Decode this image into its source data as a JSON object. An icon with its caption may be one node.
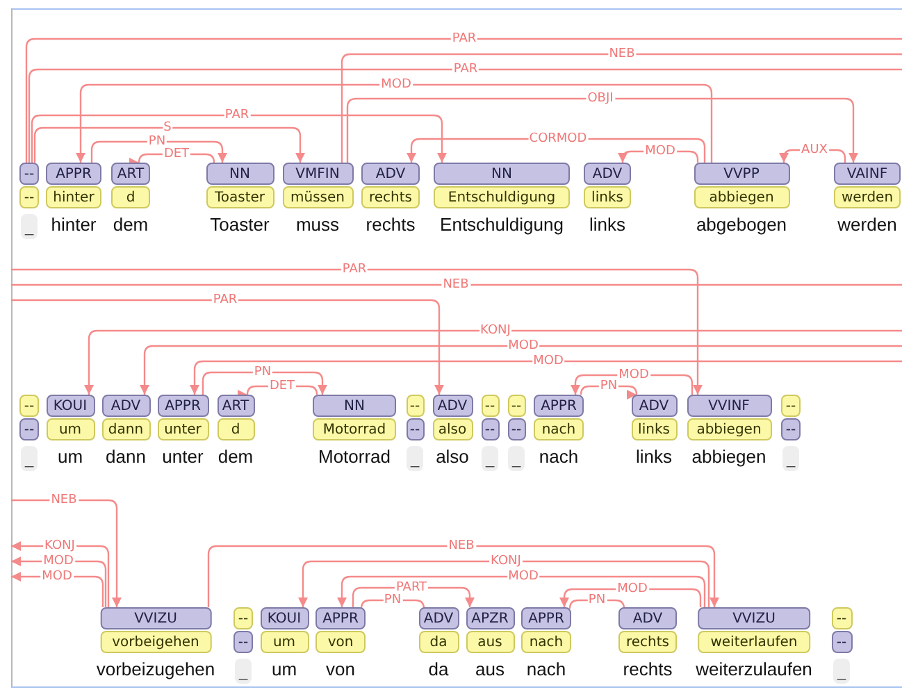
{
  "diagram": {
    "nodes": [
      {
        "text": [
          "--",
          "--",
          "_"
        ]
      },
      {
        "text": [
          "APPR",
          "hinter",
          "hinter"
        ]
      },
      {
        "text": [
          "ART",
          "d",
          "dem"
        ]
      },
      {
        "text": [
          "NN",
          "Toaster",
          "Toaster"
        ]
      },
      {
        "text": [
          "VMFIN",
          "müssen",
          "muss"
        ]
      },
      {
        "text": [
          "ADV",
          "rechts",
          "rechts"
        ]
      },
      {
        "text": [
          "NN",
          "Entschuldigung",
          "Entschuldigung"
        ]
      },
      {
        "text": [
          "ADV",
          "links",
          "links"
        ]
      },
      {
        "text": [
          "VVPP",
          "abbiegen",
          "abgebogen"
        ]
      },
      {
        "text": [
          "VAINF",
          "werden",
          "werden"
        ]
      },
      {
        "text": [
          "--",
          "--",
          "_"
        ]
      },
      {
        "text": [
          "KOUI",
          "um",
          "um"
        ]
      },
      {
        "text": [
          "ADV",
          "dann",
          "dann"
        ]
      },
      {
        "text": [
          "APPR",
          "unter",
          "unter"
        ]
      },
      {
        "text": [
          "ART",
          "d",
          "dem"
        ]
      },
      {
        "text": [
          "NN",
          "Motorrad",
          "Motorrad"
        ]
      },
      {
        "text": [
          "--",
          "--",
          "_"
        ]
      },
      {
        "text": [
          "ADV",
          "also",
          "also"
        ]
      },
      {
        "text": [
          "--",
          "--",
          "_"
        ]
      },
      {
        "text": [
          "--",
          "--",
          "_"
        ]
      },
      {
        "text": [
          "APPR",
          "nach",
          "nach"
        ]
      },
      {
        "text": [
          "ADV",
          "links",
          "links"
        ]
      },
      {
        "text": [
          "VVINF",
          "abbiegen",
          "abbiegen"
        ]
      },
      {
        "text": [
          "--",
          "--",
          "_"
        ]
      },
      {
        "text": [
          "VVIZU",
          "vorbeigehen",
          "vorbeizugehen"
        ]
      },
      {
        "text": [
          "--",
          "--",
          "_"
        ]
      },
      {
        "text": [
          "KOUI",
          "um",
          "um"
        ]
      },
      {
        "text": [
          "APPR",
          "von",
          "von"
        ]
      },
      {
        "text": [
          "ADV",
          "da",
          "da"
        ]
      },
      {
        "text": [
          "APZR",
          "aus",
          "aus"
        ]
      },
      {
        "text": [
          "APPR",
          "nach",
          "nach"
        ]
      },
      {
        "text": [
          "ADV",
          "rechts",
          "rechts"
        ]
      },
      {
        "text": [
          "VVIZU",
          "weiterlaufen",
          "weiterzulaufen"
        ]
      },
      {
        "text": [
          "--",
          "--",
          "_"
        ]
      }
    ],
    "edges": [
      {
        "from": 0,
        "to": null,
        "arrow": "none",
        "label": "PAR"
      },
      {
        "from": 4,
        "to": null,
        "arrow": "none",
        "label": "NEB"
      },
      {
        "from": 0,
        "to": null,
        "arrow": "none",
        "label": "PAR"
      },
      {
        "from": 8,
        "to": 1,
        "arrow": "to",
        "label": "MOD"
      },
      {
        "from": 4,
        "to": 9,
        "arrow": "to",
        "label": "OBJI"
      },
      {
        "from": 0,
        "to": 6,
        "arrow": "to",
        "label": "PAR"
      },
      {
        "from": 0,
        "to": 4,
        "arrow": "to",
        "label": "S"
      },
      {
        "from": 1,
        "to": 3,
        "arrow": "to",
        "label": "PN"
      },
      {
        "from": 3,
        "to": 2,
        "arrow": "to",
        "label": "DET"
      },
      {
        "from": 8,
        "to": 5,
        "arrow": "to",
        "label": "CORMOD"
      },
      {
        "from": 8,
        "to": 7,
        "arrow": "to",
        "label": "MOD"
      },
      {
        "from": 9,
        "to": 8,
        "arrow": "to",
        "label": "AUX"
      },
      {
        "from": null,
        "to": 22,
        "arrow": "to",
        "label": "PAR"
      },
      {
        "from": null,
        "to": 17,
        "arrow": "to",
        "label": "PAR"
      },
      {
        "from": null,
        "to": 11,
        "arrow": "to",
        "label": "KONJ"
      },
      {
        "from": null,
        "to": 12,
        "arrow": "to",
        "label": "MOD"
      },
      {
        "from": null,
        "to": 13,
        "arrow": "to",
        "label": "MOD"
      },
      {
        "from": 13,
        "to": 15,
        "arrow": "to",
        "label": "PN"
      },
      {
        "from": 15,
        "to": 14,
        "arrow": "to",
        "label": "DET"
      },
      {
        "from": 22,
        "to": 20,
        "arrow": "to",
        "label": "MOD"
      },
      {
        "from": 20,
        "to": 21,
        "arrow": "to",
        "label": "PN"
      },
      {
        "from": null,
        "to": 24,
        "arrow": "to",
        "label": "NEB"
      },
      {
        "from": 24,
        "to": null,
        "arrow": "to",
        "label": "KONJ"
      },
      {
        "from": 24,
        "to": null,
        "arrow": "to",
        "label": "MOD"
      },
      {
        "from": 24,
        "to": null,
        "arrow": "to",
        "label": "MOD"
      },
      {
        "from": 32,
        "to": 26,
        "arrow": "to",
        "label": "KONJ"
      },
      {
        "from": 32,
        "to": 27,
        "arrow": "to",
        "label": "MOD"
      },
      {
        "from": 27,
        "to": 29,
        "arrow": "to",
        "label": "PART"
      },
      {
        "from": 27,
        "to": 28,
        "arrow": "to",
        "label": "PN"
      },
      {
        "from": 32,
        "to": 30,
        "arrow": "to",
        "label": "MOD"
      },
      {
        "from": 30,
        "to": 31,
        "arrow": "to",
        "label": "PN"
      },
      {
        "from": 24,
        "to": 32,
        "arrow": "to",
        "label": "NEB"
      }
    ],
    "labels": [
      "NEB"
    ]
  }
}
